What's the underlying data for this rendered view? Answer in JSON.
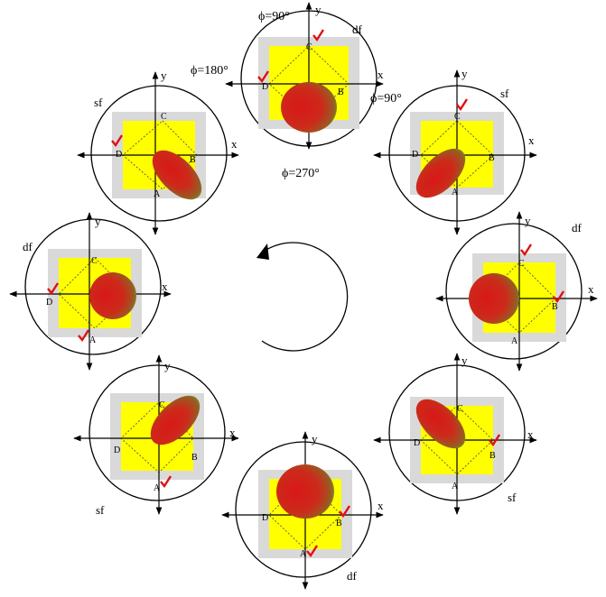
{
  "axis_labels": {
    "x": "x",
    "y": "y"
  },
  "corner_labels": {
    "A": "A",
    "B": "B",
    "C": "C",
    "D": "D"
  },
  "phi_labels": {
    "top": "ϕ=90°",
    "left": "ϕ=180°",
    "right": "ϕ=90°",
    "bottom": "ϕ=270°"
  },
  "colors": {
    "patch": "#ffff00",
    "substrate": "#d9d9d9",
    "lobe_main": "#d41a1a",
    "lobe_edge": "#5fa832",
    "check": "#e01010",
    "feed_port": "#cfcfcf"
  },
  "rotation_indicator": "counter-clockwise-arc",
  "panels": [
    {
      "id": "top",
      "mode": "df",
      "beam_direction_deg": 270,
      "checked_corners": [
        "C",
        "D"
      ]
    },
    {
      "id": "top-right",
      "mode": "sf",
      "beam_direction_deg": 225,
      "checked_corners": [
        "C"
      ]
    },
    {
      "id": "right",
      "mode": "df",
      "beam_direction_deg": 180,
      "checked_corners": [
        "C",
        "B"
      ]
    },
    {
      "id": "bottom-right",
      "mode": "sf",
      "beam_direction_deg": 135,
      "checked_corners": [
        "B"
      ]
    },
    {
      "id": "bottom",
      "mode": "df",
      "beam_direction_deg": 90,
      "checked_corners": [
        "B",
        "A"
      ]
    },
    {
      "id": "bottom-left",
      "mode": "sf",
      "beam_direction_deg": 45,
      "checked_corners": [
        "A"
      ]
    },
    {
      "id": "left",
      "mode": "df",
      "beam_direction_deg": 0,
      "checked_corners": [
        "D",
        "A"
      ]
    },
    {
      "id": "top-left",
      "mode": "sf",
      "beam_direction_deg": -45,
      "checked_corners": [
        "D"
      ]
    }
  ]
}
